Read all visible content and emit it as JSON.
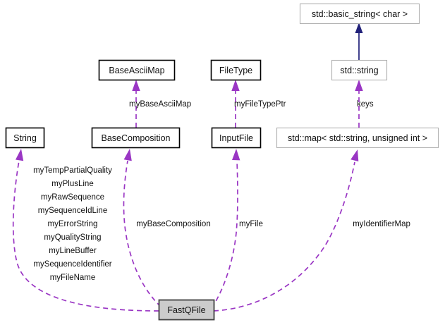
{
  "diagram": {
    "kind": "collaboration-diagram",
    "focus_class": "FastQFile",
    "colors": {
      "usage_edge": "#9a36c4",
      "inheritance_edge": "#22227a",
      "focus_fill": "#cccccc",
      "strong_border": "#000000",
      "light_border": "#b0b0b0",
      "background": "#ffffff",
      "text": "#101010"
    },
    "nodes": [
      {
        "id": "basic_string",
        "label": "std::basic_string< char >",
        "style": "light"
      },
      {
        "id": "base_ascii_map",
        "label": "BaseAsciiMap",
        "style": "strong"
      },
      {
        "id": "file_type",
        "label": "FileType",
        "style": "strong"
      },
      {
        "id": "std_string",
        "label": "std::string",
        "style": "light"
      },
      {
        "id": "string",
        "label": "String",
        "style": "strong"
      },
      {
        "id": "base_composition",
        "label": "BaseComposition",
        "style": "strong"
      },
      {
        "id": "input_file",
        "label": "InputFile",
        "style": "strong"
      },
      {
        "id": "std_map",
        "label": "std::map< std::string, unsigned int >",
        "style": "light"
      },
      {
        "id": "fastq_file",
        "label": "FastQFile",
        "style": "focus"
      }
    ],
    "edge_labels": {
      "base_ascii_map": "myBaseAsciiMap",
      "file_type": "myFileTypePtr",
      "std_string": "keys",
      "base_composition": "myBaseComposition",
      "input_file": "myFile",
      "std_map": "myIdentifierMap"
    },
    "string_members": [
      "myTempPartialQuality",
      "myPlusLine",
      "myRawSequence",
      "mySequenceIdLine",
      "myErrorString",
      "myQualityString",
      "myLineBuffer",
      "mySequenceIdentifier",
      "myFileName"
    ],
    "edges": [
      {
        "from": "std_string",
        "to": "basic_string",
        "type": "inheritance"
      },
      {
        "from": "base_composition",
        "to": "base_ascii_map",
        "type": "usage"
      },
      {
        "from": "input_file",
        "to": "file_type",
        "type": "usage"
      },
      {
        "from": "std_map",
        "to": "std_string",
        "type": "usage"
      },
      {
        "from": "fastq_file",
        "to": "string",
        "type": "usage"
      },
      {
        "from": "fastq_file",
        "to": "base_composition",
        "type": "usage"
      },
      {
        "from": "fastq_file",
        "to": "input_file",
        "type": "usage"
      },
      {
        "from": "fastq_file",
        "to": "std_map",
        "type": "usage"
      }
    ]
  }
}
